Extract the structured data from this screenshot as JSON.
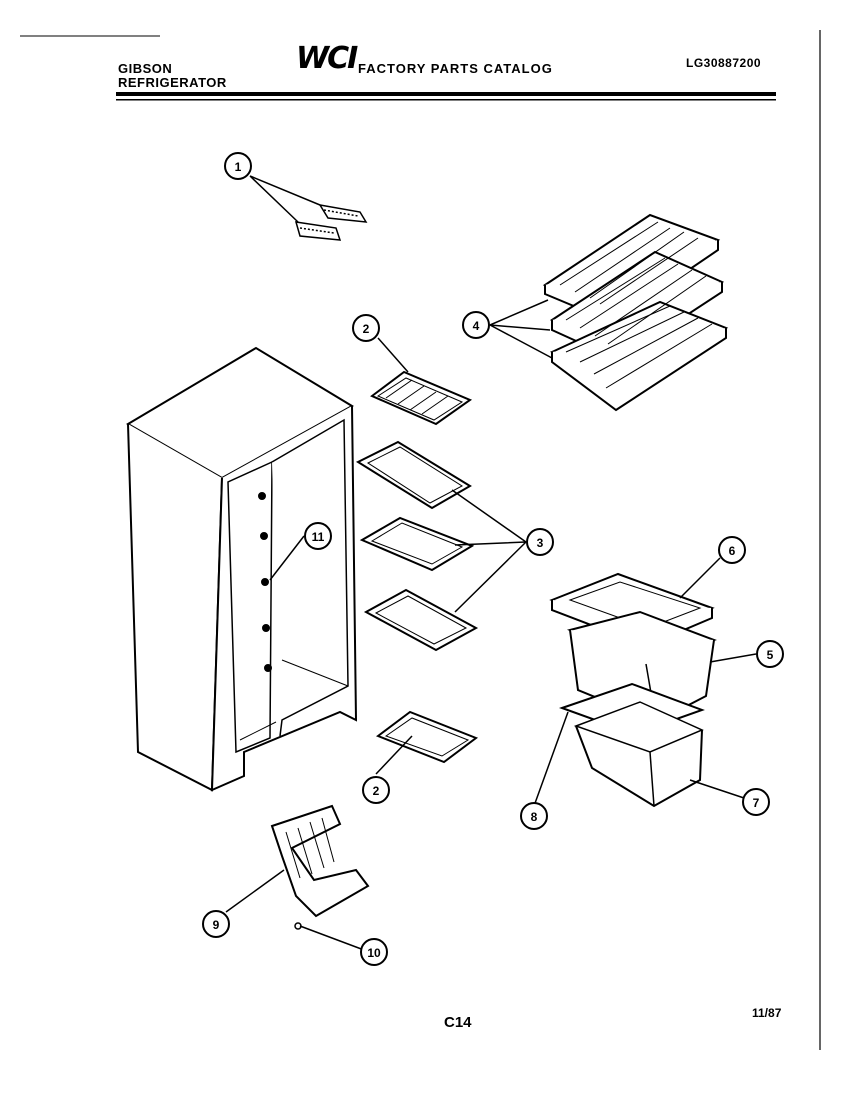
{
  "header": {
    "brand_line1": "GIBSON",
    "brand_line2": "REFRIGERATOR",
    "logo": "WCI",
    "catalog_title": "FACTORY PARTS CATALOG",
    "model_number": "LG30887200"
  },
  "footer": {
    "page_code": "C14",
    "date": "11/87"
  },
  "callouts": [
    {
      "id": "callout-1",
      "label": "1"
    },
    {
      "id": "callout-2-top",
      "label": "2"
    },
    {
      "id": "callout-2-bottom",
      "label": "2"
    },
    {
      "id": "callout-3",
      "label": "3"
    },
    {
      "id": "callout-4",
      "label": "4"
    },
    {
      "id": "callout-5",
      "label": "5"
    },
    {
      "id": "callout-6",
      "label": "6"
    },
    {
      "id": "callout-7",
      "label": "7"
    },
    {
      "id": "callout-8",
      "label": "8"
    },
    {
      "id": "callout-9",
      "label": "9"
    },
    {
      "id": "callout-10",
      "label": "10"
    },
    {
      "id": "callout-11",
      "label": "11"
    }
  ]
}
